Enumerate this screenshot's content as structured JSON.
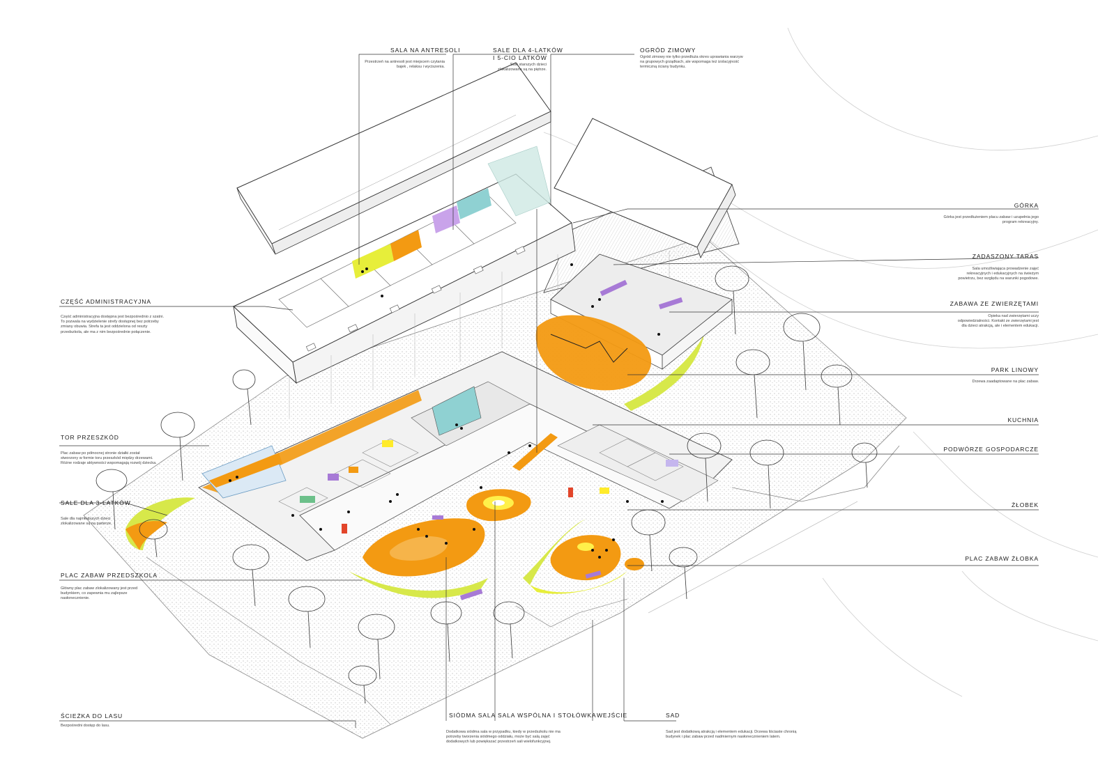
{
  "labels": {
    "sala_antresoli": {
      "title": "SALA NA ANTRESOLI",
      "desc": "Przestrzeń na antresoli jest miejscem czytania bajek , relaksu i wyciszenia."
    },
    "sale_4_5": {
      "title": "SALE DLA 4-LATKÓW",
      "title2": "I 5-CIO LATKÓW",
      "desc": "Sale starszych dzieci zlokalizowane są na piętrze."
    },
    "ogrod_zimowy": {
      "title": "OGRÓD ZIMOWY",
      "desc": "Ogród zimowy nie tylko przedłuża okres uprawiania warzyw na grupowych grządkach, ale wspomaga też izolacyjność termiczną ściany budynku."
    },
    "gorka": {
      "title": "GÓRKA",
      "desc": "Górka jest przedłużeniem placu zabaw i uzupełnia jego program rekreacyjny."
    },
    "taras": {
      "title": "ZADASZONY TARAS",
      "desc": "Sala umożliwiająca prowadzenie zajęć rekreacyjnych i edukacyjnych na świeżym powietrzu, bez względu na warunki pogodowe."
    },
    "zwierzeta": {
      "title": "ZABAWA ZE ZWIERZĘTAMI",
      "desc": "Opieka nad zwierzętami uczy odpowiedzialności. Kontakt ze zwierzętami jest dla dzieci atrakcją, ale i elementem edukacji."
    },
    "park_linowy": {
      "title": "PARK LINOWY",
      "desc": "Drzewa zaadaptowane na plac zabaw."
    },
    "kuchnia": {
      "title": "KUCHNIA"
    },
    "podworze": {
      "title": "PODWÓRZE GOSPODARCZE"
    },
    "zlobek": {
      "title": "ŻŁOBEK"
    },
    "plac_zlobka": {
      "title": "PLAC ZABAW ŻŁOBKA"
    },
    "administracja": {
      "title": "CZĘŚĆ ADMINISTRACYJNA",
      "desc": "Część administracyjna dostępna jest bezpośrednio z szatni. To pozwala na wydzielenie strefy dostępnej bez potrzeby zmiany obuwia. Strefa ta jest oddzielona od reszty przedszkola, ale ma z nim bezpośrednie połączenie."
    },
    "tor": {
      "title": "TOR PRZESZKÓD",
      "desc": "Plac zabaw po północnej stronie działki został stworzony w formie toru przeszkód między drzewami. Różne rodzaje aktywności wspomagają rozwój dziecka."
    },
    "sale_3": {
      "title": "SALE DLA 3-LATKÓW",
      "desc": "Sale dla najmłodszych dzieci zlokalizowane są na parterze."
    },
    "plac_przedszkola": {
      "title": "PLAC ZABAW PRZEDSZKOLA",
      "desc": "Główny plac zabaw zlokalizowany jest przed budynkiem, co zapewnia mu zajlepsze nasłonecznienie."
    },
    "sciezka": {
      "title": "ŚCIEŻKA DO LASU",
      "desc": "Bezpośredni dostęp do lasu."
    },
    "siodma": {
      "title": "SIÓDMA SALA",
      "desc": "Dodatkowa siódma sala w przypadku, kiedy w przedszkolu nie ma potrzeby tworzenia siódmego oddziału, może być salą zajęć dodatkowych lub powiększać przestrzeń sali wielofunkcyjnej."
    },
    "sala_wspolna": {
      "title": "SALA WSPÓLNA I STOŁÓWKA"
    },
    "wejscie": {
      "title": "WEJŚCIE"
    },
    "sad": {
      "title": "SAD",
      "desc": "Sad jest dodatkową atrakcją i elementem edukacji. Drzewa liściaste chronią budynek i plac zabaw przed nadmiernym nasłonecznieniem latem."
    }
  },
  "colors": {
    "orange": "#f39a12",
    "yellow": "#e7ee3a",
    "lime": "#d7e84a",
    "purple": "#a77ad6",
    "teal": "#8fd1d2",
    "blue": "#5aa9d6",
    "green": "#6cc08a",
    "red": "#e2452a",
    "line": "#333333"
  }
}
